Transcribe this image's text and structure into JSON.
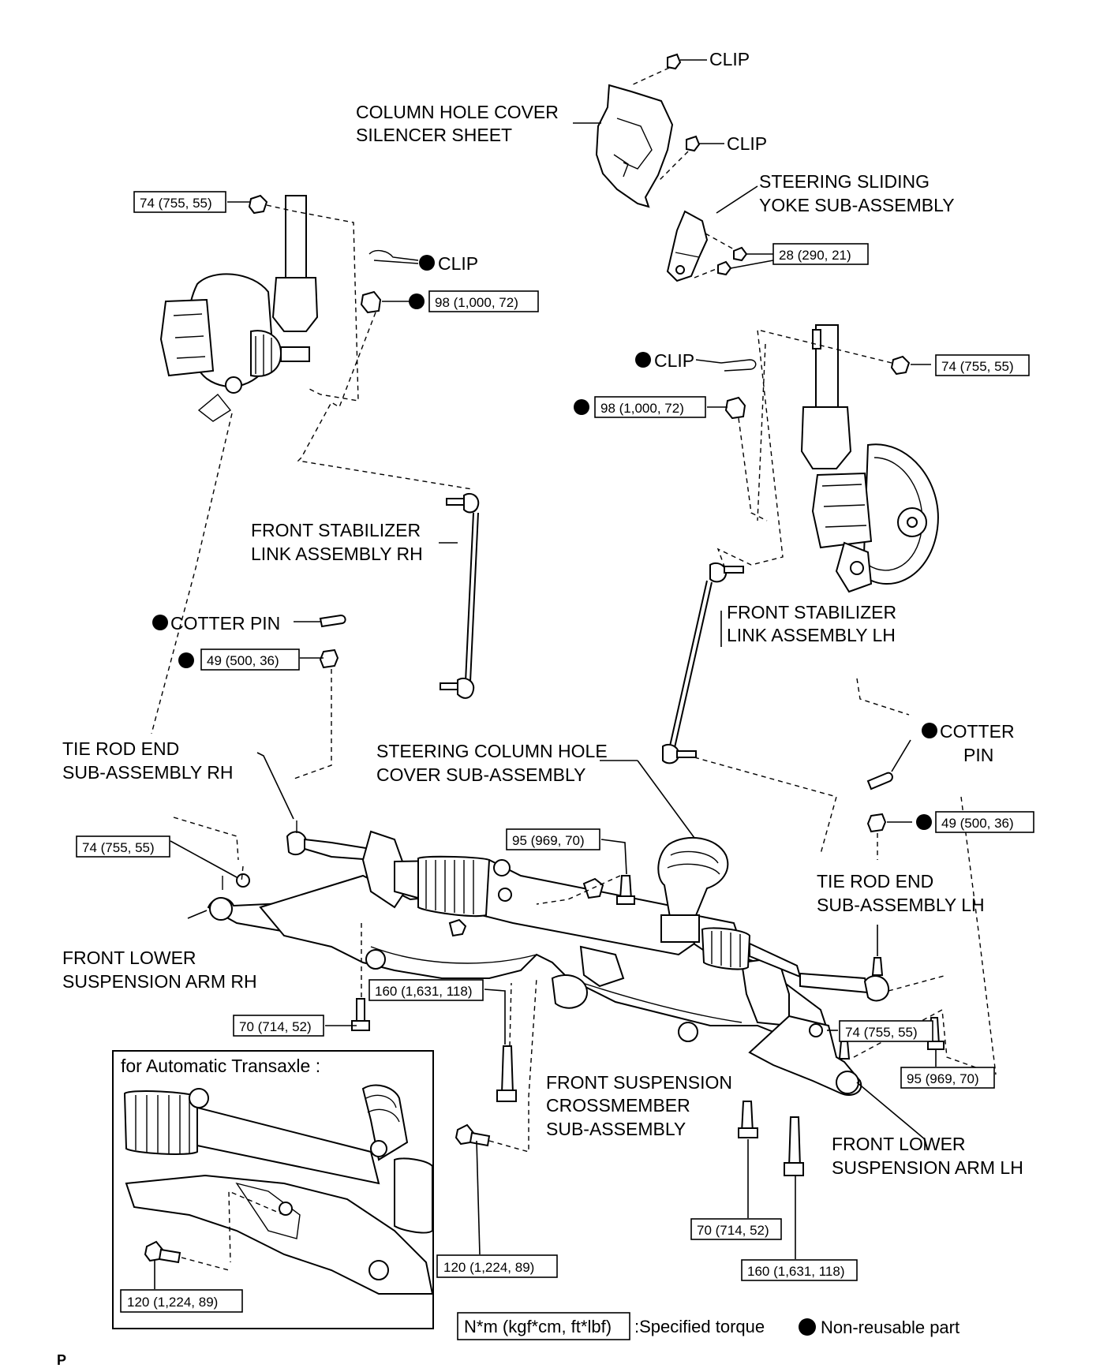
{
  "labels": {
    "clip_top": "CLIP",
    "clip_mid": "CLIP",
    "column_hole_cover": [
      "COLUMN HOLE COVER",
      "SILENCER SHEET"
    ],
    "sliding_yoke": [
      "STEERING SLIDING",
      "YOKE SUB-ASSEMBLY"
    ],
    "clip_rh": "CLIP",
    "clip_lh": "CLIP",
    "stab_rh": [
      "FRONT STABILIZER",
      "LINK ASSEMBLY RH"
    ],
    "stab_lh": [
      "FRONT STABILIZER",
      "LINK ASSEMBLY LH"
    ],
    "cotter_rh": "COTTER PIN",
    "cotter_lh": [
      "COTTER",
      "PIN"
    ],
    "tie_rod_rh": [
      "TIE ROD END",
      "SUB-ASSEMBLY RH"
    ],
    "tie_rod_lh": [
      "TIE ROD END",
      "SUB-ASSEMBLY LH"
    ],
    "column_hole_cover_sub": [
      "STEERING COLUMN HOLE",
      "COVER SUB-ASSEMBLY"
    ],
    "lower_arm_rh": [
      "FRONT LOWER",
      "SUSPENSION ARM RH"
    ],
    "lower_arm_lh": [
      "FRONT LOWER",
      "SUSPENSION ARM LH"
    ],
    "crossmember": [
      "FRONT SUSPENSION",
      "CROSSMEMBER",
      "SUB-ASSEMBLY"
    ],
    "inset_title": "for Automatic   Transaxle :",
    "page_mark": "P"
  },
  "torques": {
    "t_strut_rh": "74 (755, 55)",
    "t_yoke": "28 (290, 21)",
    "t_stab_rh_top": "98 (1,000, 72)",
    "t_strut_lh": "74 (755, 55)",
    "t_stab_lh_top": "98 (1,000, 72)",
    "t_tierod_rh": "49 (500, 36)",
    "t_tierod_lh": "49 (500, 36)",
    "t_arm_rh": "74 (755, 55)",
    "t_rack": "95 (969, 70)",
    "t_rear_rh": "160 (1,631, 118)",
    "t_bolt_rh": "70 (714, 52)",
    "t_arm_lh": "74 (755, 55)",
    "t_rack_lh": "95 (969, 70)",
    "t_bolt_lh": "70 (714, 52)",
    "t_rear_lh": "160 (1,631, 118)",
    "t_bolt_mid": "120 (1,224, 89)",
    "t_inset": "120 (1,224, 89)"
  },
  "legend": {
    "unit_box": "N*m (kgf*cm, ft*lbf)",
    "unit_text": ":Specified torque",
    "dot_text": "Non-reusable part"
  }
}
